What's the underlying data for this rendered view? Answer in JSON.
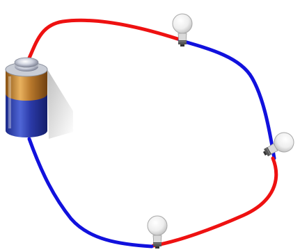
{
  "diagram": {
    "components": [
      {
        "kind": "battery",
        "icon": "battery-icon"
      },
      {
        "kind": "bulb",
        "icon": "lightbulb-icon"
      },
      {
        "kind": "bulb",
        "icon": "lightbulb-icon"
      },
      {
        "kind": "bulb",
        "icon": "lightbulb-icon"
      }
    ],
    "wires": [
      {
        "from": "battery-positive",
        "to": "bulb-top",
        "color": "#ee1111"
      },
      {
        "from": "bulb-top",
        "to": "bulb-right",
        "color": "#1111dd"
      },
      {
        "from": "bulb-right",
        "to": "bulb-bottom",
        "color": "#ee1111"
      },
      {
        "from": "bulb-bottom",
        "to": "battery-negative",
        "color": "#1111dd"
      }
    ],
    "colors": {
      "positive_wire": "#ee1111",
      "negative_wire": "#1111dd",
      "battery_body": "#3344aa",
      "battery_band": "#c98a3a",
      "bulb_glass": "#f2f2f2",
      "bulb_base": "#555555"
    }
  }
}
